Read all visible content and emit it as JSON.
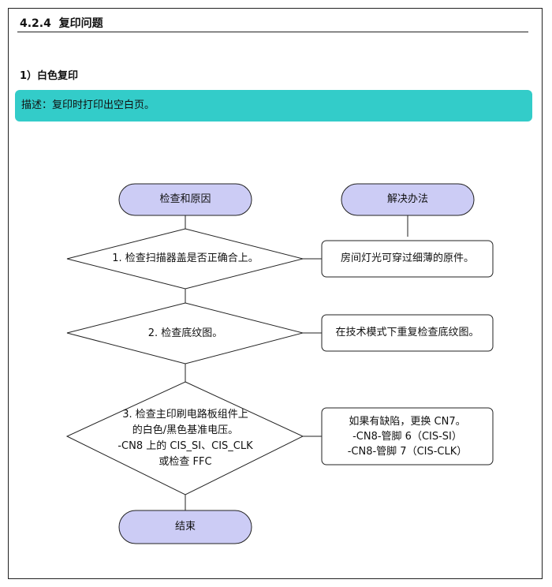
{
  "section": {
    "number": "4.2.4",
    "title": "复印问题"
  },
  "subsection": {
    "title": "1）白色复印"
  },
  "description": "描述：复印时打印出空白页。",
  "flowchart": {
    "header_left": "检查和原因",
    "header_right": "解决办法",
    "steps": [
      {
        "check": [
          "1. 检查扫描器盖是否正确合上。"
        ],
        "solution": [
          "房间灯光可穿过细薄的原件。"
        ]
      },
      {
        "check": [
          "2. 检查底纹图。"
        ],
        "solution": [
          "在技术模式下重复检查底纹图。"
        ]
      },
      {
        "check": [
          "3. 检查主印刷电路板组件上",
          "的白色/黑色基准电压。",
          "-CN8 上的 CIS_SI、CIS_CLK",
          "或检查 FFC"
        ],
        "solution": [
          "如果有缺陷，更换 CN7。",
          "-CN8-管脚 6（CIS-SI）",
          "-CN8-管脚 7（CIS-CLK）"
        ]
      }
    ],
    "end_label": "结束"
  },
  "colors": {
    "terminal_fill": "#ccccf5",
    "accent_teal": "#33ccc9",
    "line": "#222222"
  }
}
